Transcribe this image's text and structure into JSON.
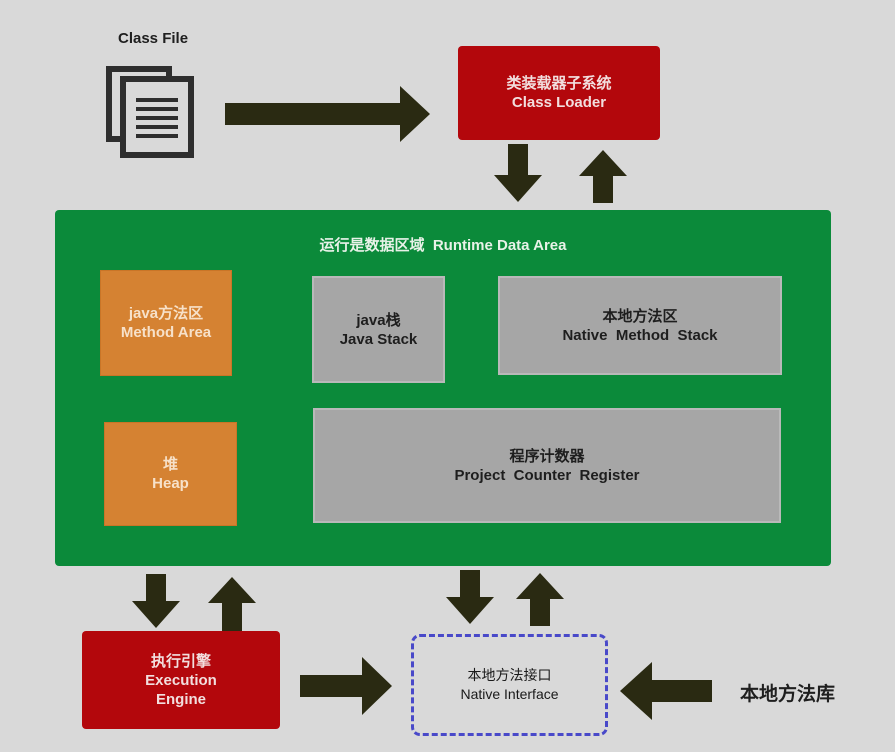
{
  "class_file": {
    "label": "Class File"
  },
  "class_loader": {
    "line1": "类装载器子系统",
    "line2": "Class Loader"
  },
  "runtime_area": {
    "title": "运行是数据区域  Runtime Data Area"
  },
  "method_area": {
    "line1": "java方法区",
    "line2": "Method Area"
  },
  "java_stack": {
    "line1": "java栈",
    "line2": "Java Stack"
  },
  "native_method_stack": {
    "line1": "本地方法区",
    "line2": "Native  Method  Stack"
  },
  "heap": {
    "line1": "堆",
    "line2": "Heap"
  },
  "pc_register": {
    "line1": "程序计数器",
    "line2": "Project  Counter  Register"
  },
  "execution_engine": {
    "line1": "执行引擎",
    "line2": "Execution",
    "line3": "Engine"
  },
  "native_interface": {
    "line1": "本地方法接口",
    "line2": "Native Interface"
  },
  "native_library": {
    "label": "本地方法库"
  },
  "colors": {
    "background": "#d9d9d9",
    "red": "#b3070c",
    "green": "#0b8a3a",
    "orange": "#d58232",
    "gray": "#a6a6a6",
    "arrow": "#2a2a12",
    "dashed_border": "#4949c9"
  }
}
